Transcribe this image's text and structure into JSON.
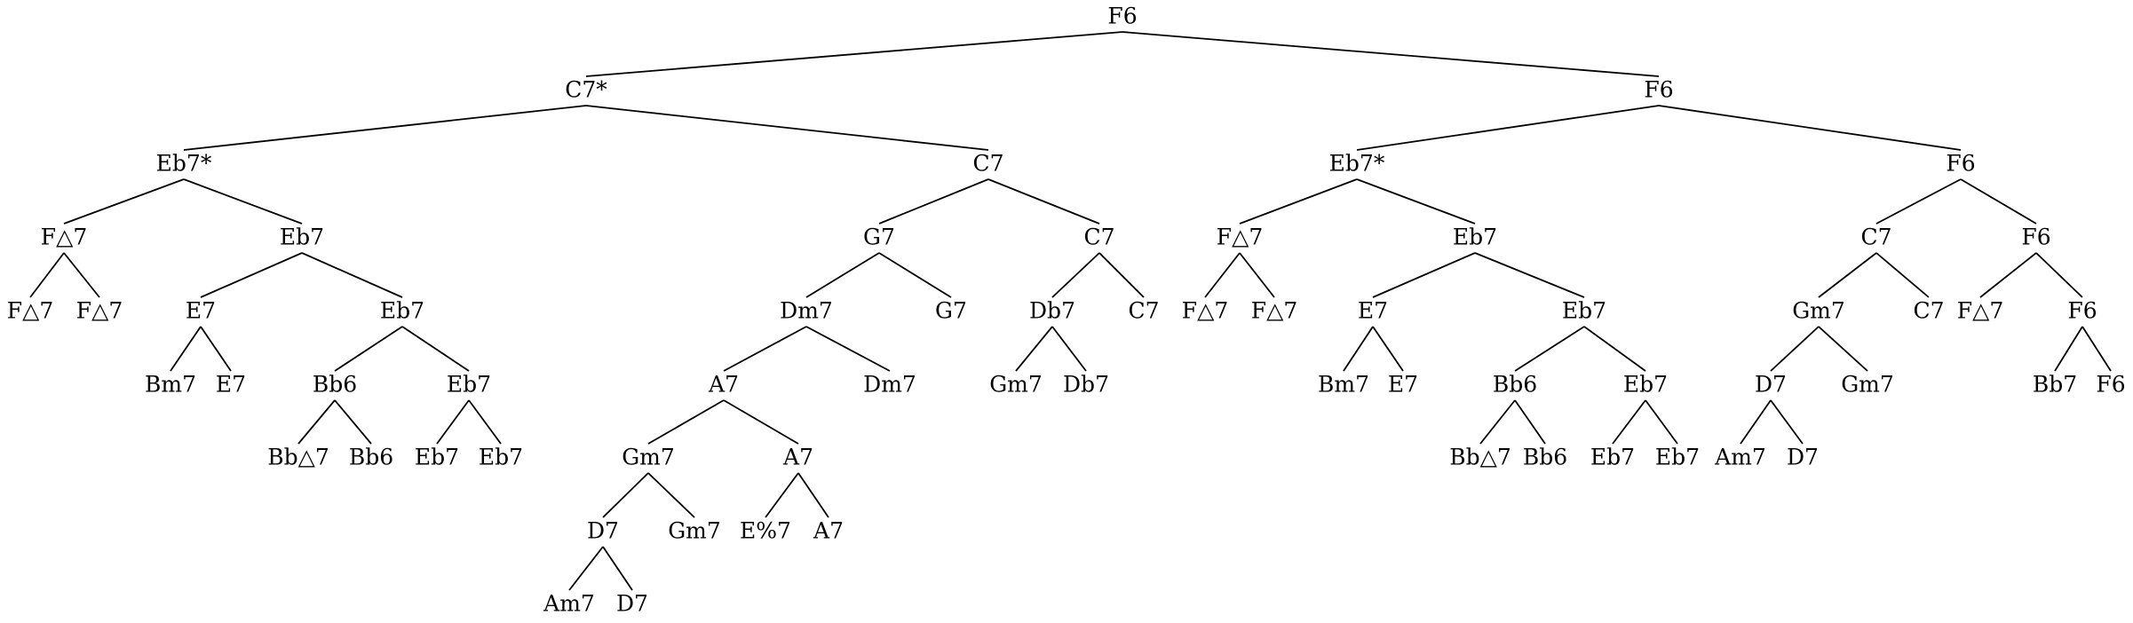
{
  "tree": {
    "id": "n1",
    "label": "F6",
    "children": [
      {
        "id": "n2",
        "label": "C7*",
        "children": [
          {
            "id": "n4",
            "label": "Eb7*",
            "children": [
              {
                "id": "n8",
                "label": "F△7",
                "children": [
                  {
                    "id": "n16",
                    "label": "F△7"
                  },
                  {
                    "id": "n17",
                    "label": "F△7"
                  }
                ]
              },
              {
                "id": "n9",
                "label": "Eb7",
                "children": [
                  {
                    "id": "n18",
                    "label": "E7",
                    "children": [
                      {
                        "id": "n28",
                        "label": "Bm7"
                      },
                      {
                        "id": "n29",
                        "label": "E7"
                      }
                    ]
                  },
                  {
                    "id": "n19",
                    "label": "Eb7",
                    "children": [
                      {
                        "id": "n30",
                        "label": "Bb6",
                        "children": [
                          {
                            "id": "n42",
                            "label": "Bb△7"
                          },
                          {
                            "id": "n43",
                            "label": "Bb6"
                          }
                        ]
                      },
                      {
                        "id": "n31",
                        "label": "Eb7",
                        "children": [
                          {
                            "id": "n44",
                            "label": "Eb7"
                          },
                          {
                            "id": "n45",
                            "label": "Eb7"
                          }
                        ]
                      }
                    ]
                  }
                ]
              }
            ]
          },
          {
            "id": "n5",
            "label": "C7",
            "children": [
              {
                "id": "n10",
                "label": "G7",
                "children": [
                  {
                    "id": "n20",
                    "label": "Dm7",
                    "children": [
                      {
                        "id": "n32",
                        "label": "A7",
                        "children": [
                          {
                            "id": "n46",
                            "label": "Gm7",
                            "children": [
                              {
                                "id": "n56",
                                "label": "D7",
                                "children": [
                                  {
                                    "id": "n60",
                                    "label": "Am7"
                                  },
                                  {
                                    "id": "n61",
                                    "label": "D7"
                                  }
                                ]
                              },
                              {
                                "id": "n57",
                                "label": "Gm7"
                              }
                            ]
                          },
                          {
                            "id": "n47",
                            "label": "A7",
                            "children": [
                              {
                                "id": "n58",
                                "label": "E%7"
                              },
                              {
                                "id": "n59",
                                "label": "A7"
                              }
                            ]
                          }
                        ]
                      },
                      {
                        "id": "n33",
                        "label": "Dm7"
                      }
                    ]
                  },
                  {
                    "id": "n21",
                    "label": "G7"
                  }
                ]
              },
              {
                "id": "n11",
                "label": "C7",
                "children": [
                  {
                    "id": "n22",
                    "label": "Db7",
                    "children": [
                      {
                        "id": "n34",
                        "label": "Gm7"
                      },
                      {
                        "id": "n35",
                        "label": "Db7"
                      }
                    ]
                  },
                  {
                    "id": "n23",
                    "label": "C7"
                  }
                ]
              }
            ]
          }
        ]
      },
      {
        "id": "n3",
        "label": "F6",
        "children": [
          {
            "id": "n6",
            "label": "Eb7*",
            "children": [
              {
                "id": "n12",
                "label": "F△7",
                "children": [
                  {
                    "id": "n24",
                    "label": "F△7"
                  },
                  {
                    "id": "n25",
                    "label": "F△7"
                  }
                ]
              },
              {
                "id": "n13",
                "label": "Eb7",
                "children": [
                  {
                    "id": "n26",
                    "label": "E7",
                    "children": [
                      {
                        "id": "n36",
                        "label": "Bm7"
                      },
                      {
                        "id": "n37",
                        "label": "E7"
                      }
                    ]
                  },
                  {
                    "id": "n27",
                    "label": "Eb7",
                    "children": [
                      {
                        "id": "n38",
                        "label": "Bb6",
                        "children": [
                          {
                            "id": "n48",
                            "label": "Bb△7"
                          },
                          {
                            "id": "n49",
                            "label": "Bb6"
                          }
                        ]
                      },
                      {
                        "id": "n39",
                        "label": "Eb7",
                        "children": [
                          {
                            "id": "n50",
                            "label": "Eb7"
                          },
                          {
                            "id": "n51",
                            "label": "Eb7"
                          }
                        ]
                      }
                    ]
                  }
                ]
              }
            ]
          },
          {
            "id": "n7",
            "label": "F6",
            "children": [
              {
                "id": "n14",
                "label": "C7",
                "children": [
                  {
                    "id": "n62",
                    "label": "Gm7",
                    "children": [
                      {
                        "id": "n40",
                        "label": "D7",
                        "children": [
                          {
                            "id": "n52",
                            "label": "Am7"
                          },
                          {
                            "id": "n53",
                            "label": "D7"
                          }
                        ]
                      },
                      {
                        "id": "n41",
                        "label": "Gm7"
                      }
                    ]
                  },
                  {
                    "id": "n63",
                    "label": "C7"
                  }
                ]
              },
              {
                "id": "n15",
                "label": "F6",
                "children": [
                  {
                    "id": "n64",
                    "label": "F△7"
                  },
                  {
                    "id": "n65",
                    "label": "F6",
                    "children": [
                      {
                        "id": "n54",
                        "label": "Bb7"
                      },
                      {
                        "id": "n55",
                        "label": "F6"
                      }
                    ]
                  }
                ]
              }
            ]
          }
        ]
      }
    ]
  }
}
